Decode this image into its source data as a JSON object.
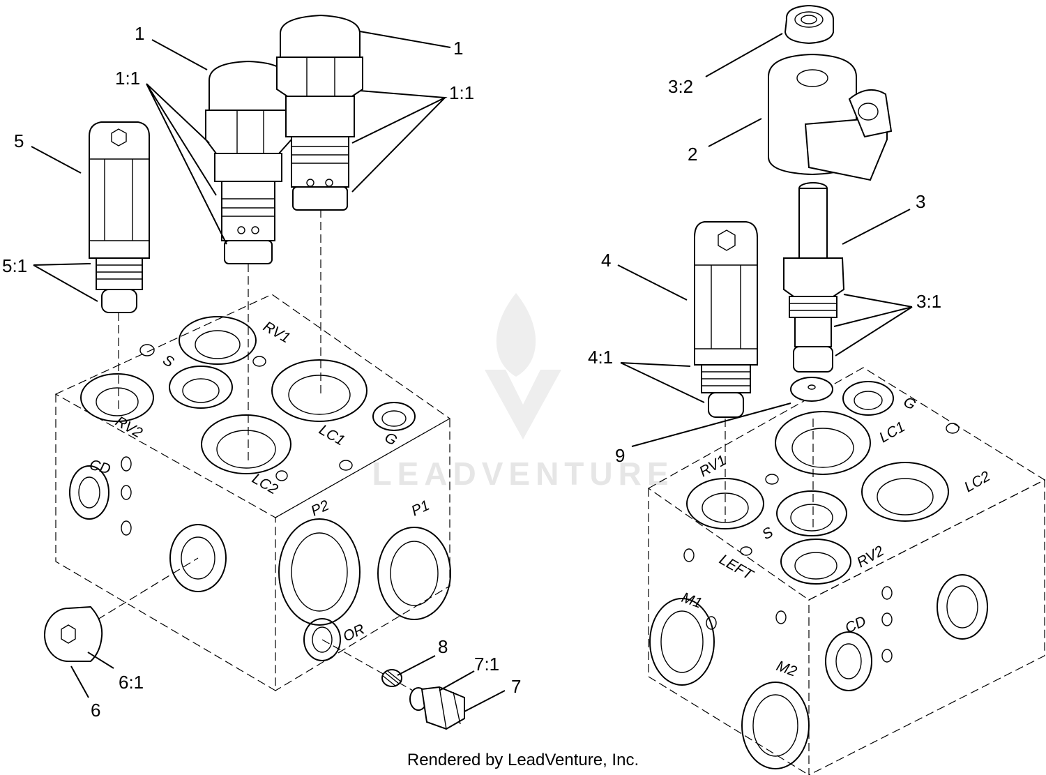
{
  "callouts": {
    "c1a": "1",
    "c1b": "1",
    "c11a": "1:1",
    "c11b": "1:1",
    "c5": "5",
    "c51": "5:1",
    "c32": "3:2",
    "c2": "2",
    "c3": "3",
    "c31": "3:1",
    "c4": "4",
    "c41": "4:1",
    "c9": "9",
    "c6": "6",
    "c61": "6:1",
    "c8": "8",
    "c71": "7:1",
    "c7": "7"
  },
  "ports_left": {
    "rv1": "RV1",
    "s": "S",
    "rv2": "RV2",
    "lc1": "LC1",
    "g": "G",
    "lc2": "LC2",
    "cd": "CD",
    "p2": "P2",
    "p1": "P1",
    "or": "OR"
  },
  "ports_right": {
    "g": "G",
    "lc1": "LC1",
    "rv1": "RV1",
    "lc2": "LC2",
    "s": "S",
    "rv2": "RV2",
    "left": "LEFT",
    "m1": "M1",
    "cd": "CD",
    "m2": "M2"
  },
  "watermark": "LEADVENTURE",
  "footer": "Rendered by LeadVenture, Inc."
}
